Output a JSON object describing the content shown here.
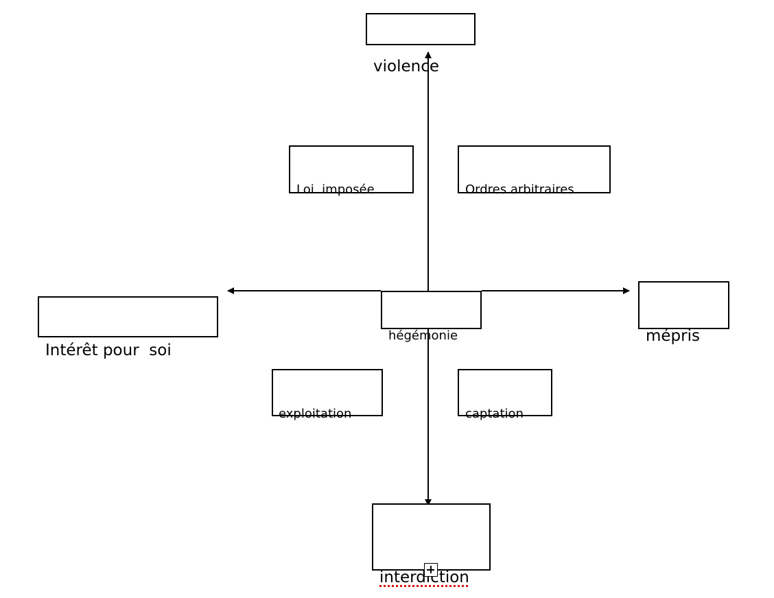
{
  "diagram": {
    "nodes": {
      "top": "violence",
      "upper_left": "Loi  imposée",
      "upper_right": "Ordres arbitraires",
      "left": "Intérêt pour  soi",
      "right": "mépris",
      "center": "hégémonie",
      "lower_left": "exploitation",
      "lower_right": "captation",
      "bottom": "interdiction"
    },
    "edges": [
      {
        "from": "center",
        "to": "top",
        "arrow": "end"
      },
      {
        "from": "center",
        "to": "bottom",
        "arrow": "end"
      },
      {
        "from": "center",
        "to": "left",
        "arrow": "end"
      },
      {
        "from": "center",
        "to": "right",
        "arrow": "end"
      }
    ],
    "spellcheck_flagged": [
      "bottom"
    ],
    "colors": {
      "stroke": "#000000",
      "spellcheck_underline": "#e01010"
    }
  }
}
